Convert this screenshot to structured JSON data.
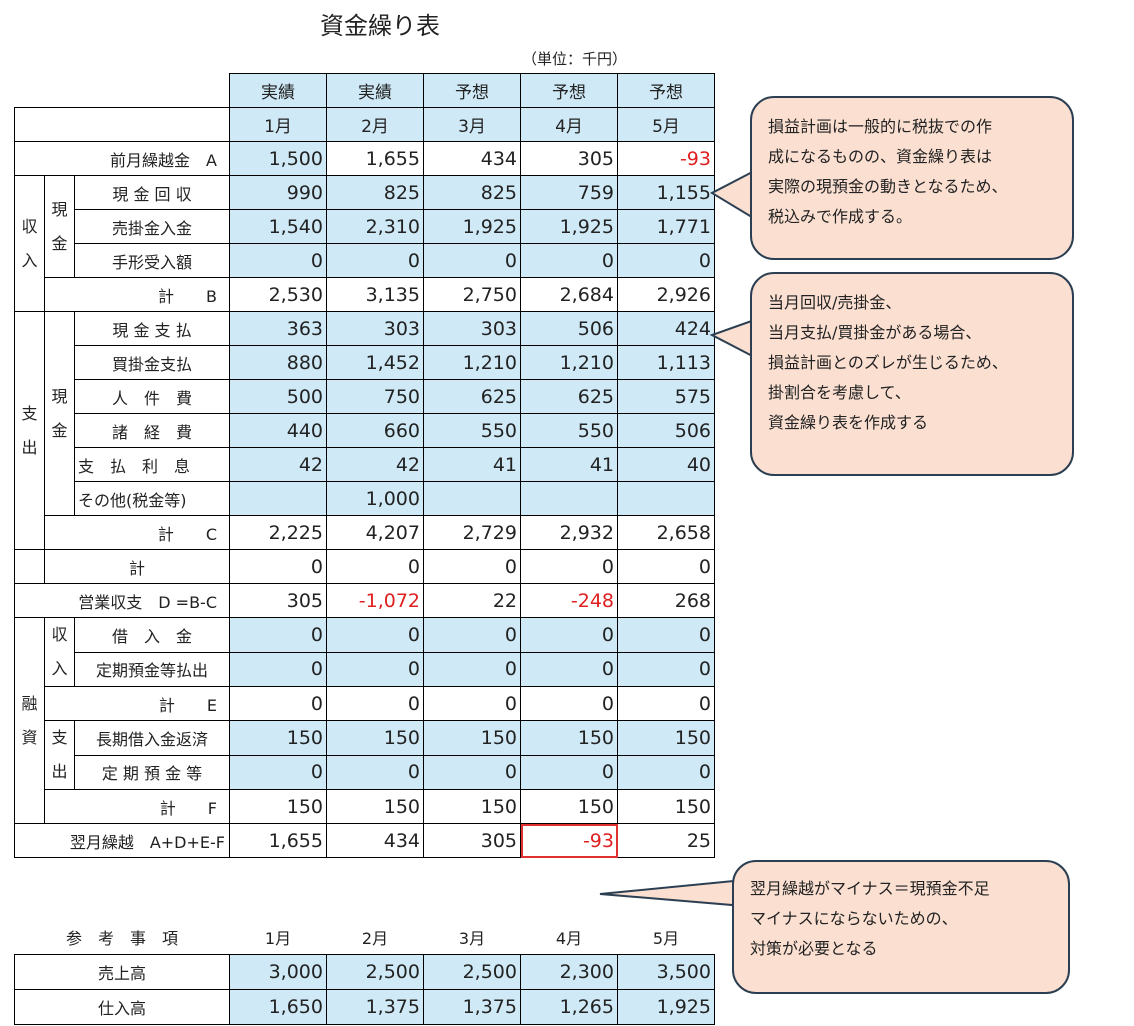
{
  "title": "資金繰り表",
  "unit": "（単位：千円）",
  "headers": {
    "types": [
      "実績",
      "実績",
      "予想",
      "予想",
      "予想"
    ],
    "months": [
      "1月",
      "2月",
      "3月",
      "4月",
      "5月"
    ]
  },
  "rows": {
    "carry_in": {
      "label": "前月繰越金　A",
      "values": [
        "1,500",
        "1,655",
        "434",
        "305",
        "-93"
      ]
    },
    "income_group": "収入",
    "cash_group": "現金",
    "cash_collect": {
      "label": "現 金 回 収",
      "values": [
        "990",
        "825",
        "825",
        "759",
        "1,155"
      ]
    },
    "receivable_in": {
      "label": "売掛金入金",
      "values": [
        "1,540",
        "2,310",
        "1,925",
        "1,925",
        "1,771"
      ]
    },
    "bill_in": {
      "label": "手形受入額",
      "values": [
        "0",
        "0",
        "0",
        "0",
        "0"
      ]
    },
    "total_b": {
      "label": "計　　B",
      "values": [
        "2,530",
        "3,135",
        "2,750",
        "2,684",
        "2,926"
      ]
    },
    "expense_group": "支出",
    "cash_pay": {
      "label": "現 金 支 払",
      "values": [
        "363",
        "303",
        "303",
        "506",
        "424"
      ]
    },
    "payable_pay": {
      "label": "買掛金支払",
      "values": [
        "880",
        "1,452",
        "1,210",
        "1,210",
        "1,113"
      ]
    },
    "labor": {
      "label": "人　件　費",
      "values": [
        "500",
        "750",
        "625",
        "625",
        "575"
      ]
    },
    "expenses": {
      "label": "諸　経　費",
      "values": [
        "440",
        "660",
        "550",
        "550",
        "506"
      ]
    },
    "interest": {
      "label": "支　払　利　息",
      "values": [
        "42",
        "42",
        "41",
        "41",
        "40"
      ]
    },
    "other": {
      "label": "その他(税金等)",
      "values": [
        "",
        "1,000",
        "",
        "",
        ""
      ]
    },
    "total_c": {
      "label": "計　　C",
      "values": [
        "2,225",
        "4,207",
        "2,729",
        "2,932",
        "2,658"
      ]
    },
    "total_blank": {
      "label": "計",
      "values": [
        "0",
        "0",
        "0",
        "0",
        "0"
      ]
    },
    "operating": {
      "label": "営業収支　D =B-C",
      "values": [
        "305",
        "-1,072",
        "22",
        "-248",
        "268"
      ]
    },
    "finance_group": "融資",
    "fin_in": "収入",
    "fin_out": "支出",
    "borrow": {
      "label": "借　入　金",
      "values": [
        "0",
        "0",
        "0",
        "0",
        "0"
      ]
    },
    "deposit_out": {
      "label": "定期預金等払出",
      "values": [
        "0",
        "0",
        "0",
        "0",
        "0"
      ]
    },
    "total_e": {
      "label": "計　　E",
      "values": [
        "0",
        "0",
        "0",
        "0",
        "0"
      ]
    },
    "repay": {
      "label": "長期借入金返済",
      "values": [
        "150",
        "150",
        "150",
        "150",
        "150"
      ]
    },
    "deposit_in": {
      "label": "定 期 預 金 等",
      "values": [
        "0",
        "0",
        "0",
        "0",
        "0"
      ]
    },
    "total_f": {
      "label": "計　　F",
      "values": [
        "150",
        "150",
        "150",
        "150",
        "150"
      ]
    },
    "carry_out": {
      "label": "翌月繰越　A+D+E-F",
      "values": [
        "1,655",
        "434",
        "305",
        "-93",
        "25"
      ]
    }
  },
  "reference": {
    "label": "参　考　事　項",
    "months": [
      "1月",
      "2月",
      "3月",
      "4月",
      "5月"
    ],
    "sales": {
      "label": "売上高",
      "values": [
        "3,000",
        "2,500",
        "2,500",
        "2,300",
        "3,500"
      ]
    },
    "purchases": {
      "label": "仕入高",
      "values": [
        "1,650",
        "1,375",
        "1,375",
        "1,265",
        "1,925"
      ]
    }
  },
  "callouts": {
    "c1": [
      "損益計画は一般的に税抜での作",
      "成になるものの、資金繰り表は",
      "実際の現預金の動きとなるため、",
      "税込みで作成する。"
    ],
    "c2": [
      "当月回収/売掛金、",
      "当月支払/買掛金がある場合、",
      "損益計画とのズレが生じるため、",
      "掛割合を考慮して、",
      "資金繰り表を作成する"
    ],
    "c3": [
      "翌月繰越がマイナス＝現預金不足",
      "マイナスにならないための、",
      "対策が必要となる"
    ]
  },
  "colors": {
    "input_fill": "#cfe9f6",
    "negative": "#e02020",
    "callout_fill": "#fbe0d2"
  }
}
